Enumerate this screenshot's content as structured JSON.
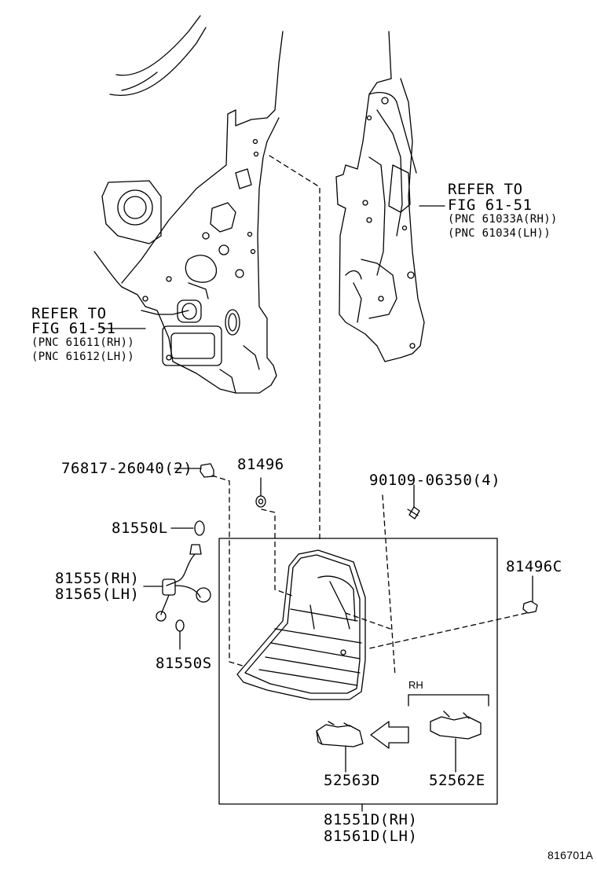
{
  "refer_top_right": {
    "line1": "REFER TO",
    "line2": "FIG 61-51",
    "pnc1": "(PNC 61033A(RH))",
    "pnc2": "(PNC 61034(LH))"
  },
  "refer_left": {
    "line1": "REFER TO",
    "line2": "FIG 61-51",
    "pnc1": "(PNC 61611(RH))",
    "pnc2": "(PNC 61612(LH))"
  },
  "parts": {
    "p76817": "76817-26040(2)",
    "p81496": "81496",
    "p90109": "90109-06350(4)",
    "p81550L": "81550L",
    "p81555": "81555(RH)",
    "p81565": "81565(LH)",
    "p81496C": "81496C",
    "p81550S": "81550S",
    "p52563D": "52563D",
    "p52562E": "52562E",
    "p81551D": "81551D(RH)",
    "p81561D": "81561D(LH)"
  },
  "rh_bracket_label": "RH",
  "figure_code": "816701A"
}
